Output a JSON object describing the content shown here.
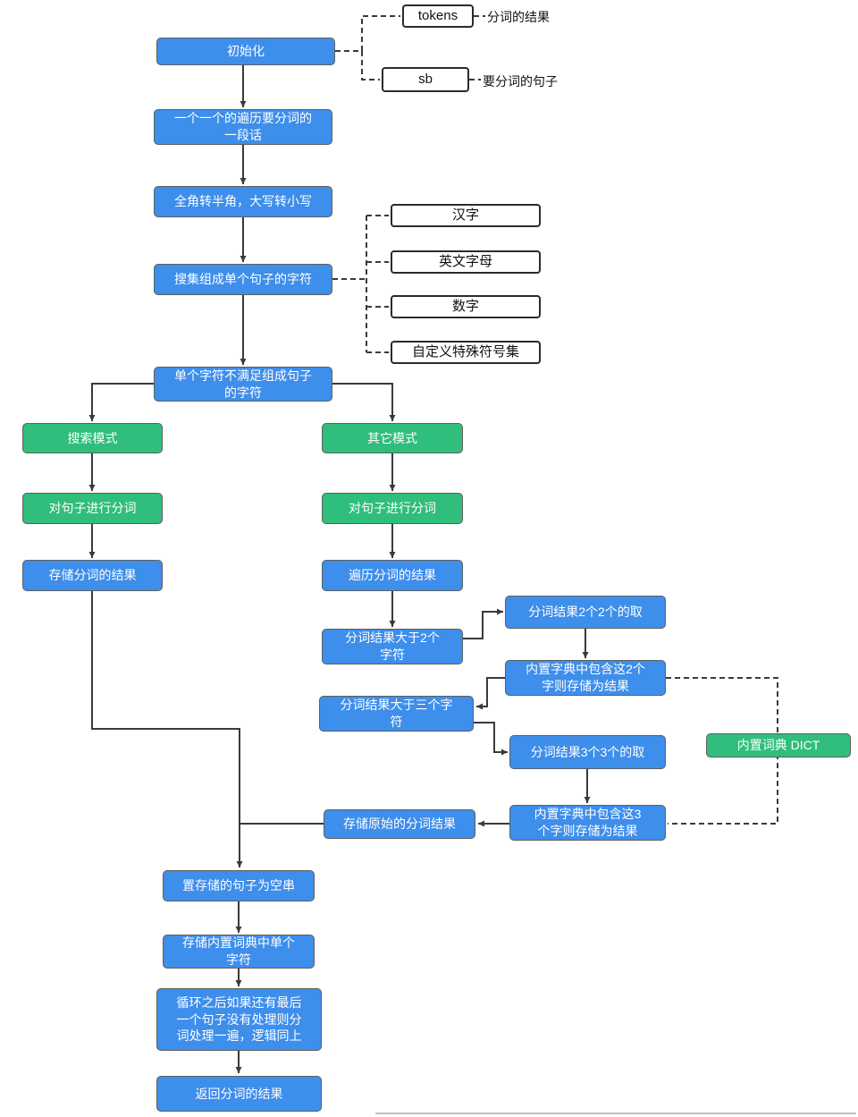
{
  "diagram": {
    "colors": {
      "process_blue": "#3E8EEB",
      "mode_green": "#2FBE7B",
      "line": "#3a3a3a",
      "box_border": "#5f5f5f"
    },
    "nodes": {
      "init": "初始化",
      "tokens": "tokens",
      "sb": "sb",
      "iterate": "一个一个的遍历要分词的\n一段话",
      "normalize": "全角转半角，大写转小写",
      "collect": "搜集组成单个句子的字符",
      "hanzi": "汉字",
      "english": "英文字母",
      "digits": "数字",
      "special": "自定义特殊符号集",
      "single_char": "单个字符不满足组成句子\n的字符",
      "search_mode": "搜索模式",
      "other_mode": "其它模式",
      "segment_left": "对句子进行分词",
      "segment_right": "对句子进行分词",
      "store_result": "存储分词的结果",
      "iterate_result": "遍历分词的结果",
      "gt2": "分词结果大于2个\n字符",
      "take2": "分词结果2个2个的取",
      "dict2": "内置字典中包含这2个\n字则存储为结果",
      "gt3": "分词结果大于三个字\n符",
      "take3": "分词结果3个3个的取",
      "dict3": "内置字典中包含这3\n个字则存储为结果",
      "dict": "内置词典 DICT",
      "store_original": "存储原始的分词结果",
      "empty_sentence": "置存储的句子为空串",
      "store_single": "存储内置词典中单个\n字符",
      "loop_final": "循环之后如果还有最后\n一个句子没有处理则分\n词处理一遍，逻辑同上",
      "return": "返回分词的结果"
    },
    "notes": {
      "tokens_note": "分词的结果",
      "sb_note": "要分词的句子"
    }
  }
}
